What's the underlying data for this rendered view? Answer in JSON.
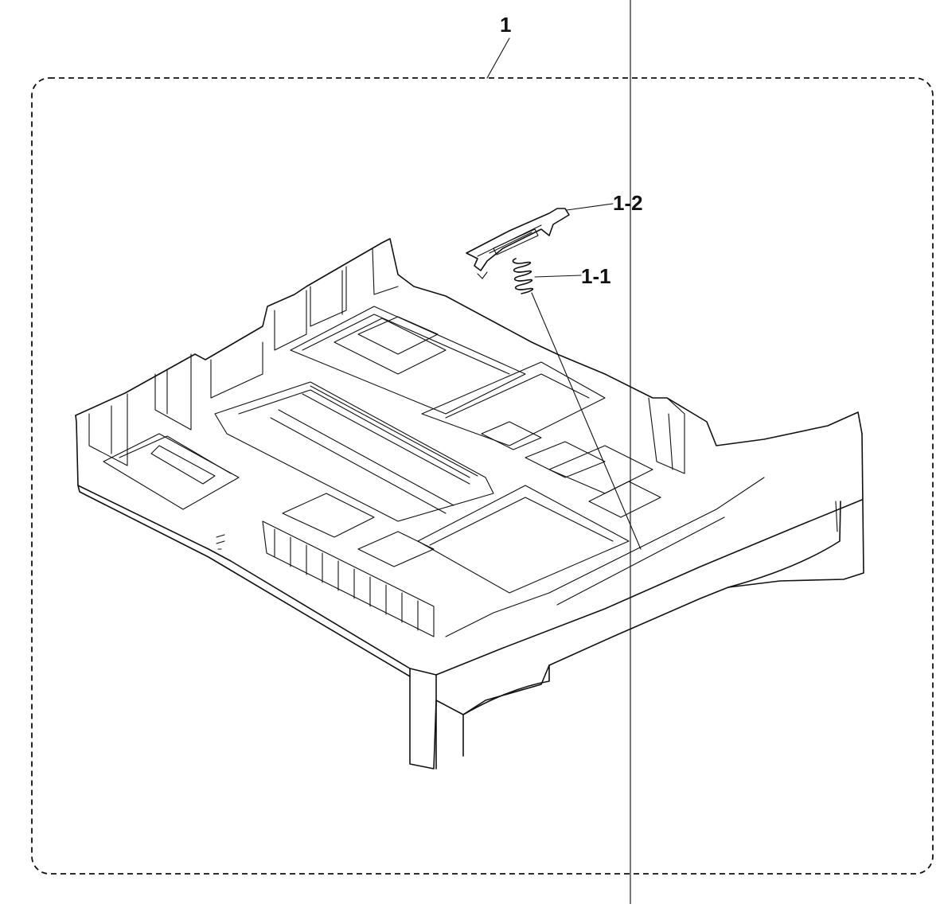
{
  "callouts": {
    "assembly": "1",
    "part_a": "1-2",
    "part_b": "1-1"
  },
  "colors": {
    "line": "#111111",
    "background": "#ffffff"
  }
}
